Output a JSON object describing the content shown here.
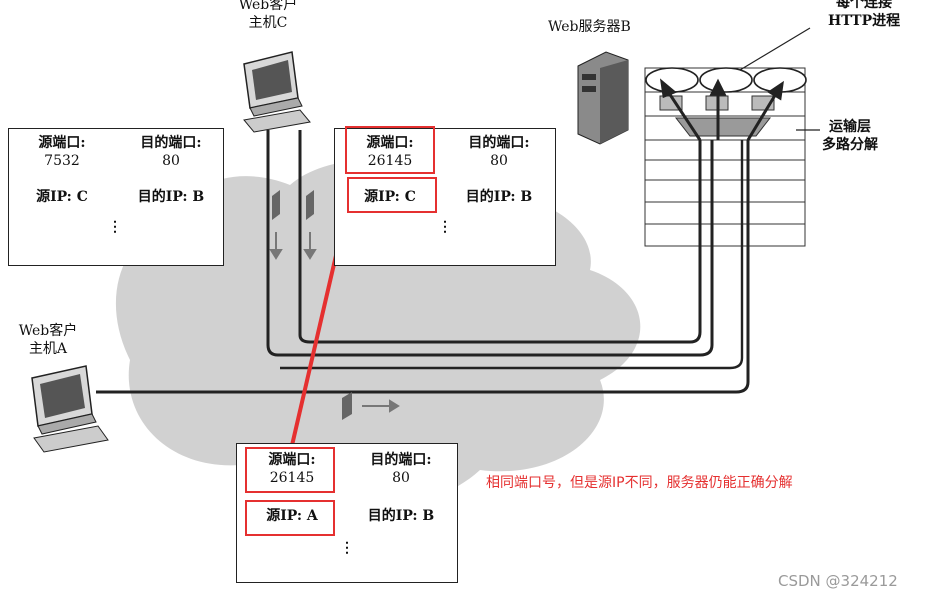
{
  "clients": {
    "c": {
      "line1": "Web客户",
      "line2": "主机C"
    },
    "a": {
      "line1": "Web客户",
      "line2": "主机A"
    }
  },
  "server": {
    "label": "Web服务器B"
  },
  "annotations": {
    "per_conn_line1": "每个连接",
    "per_conn_line2": "HTTP进程",
    "demux_line1": "运输层",
    "demux_line2": "多路分解"
  },
  "segments": {
    "c_left": {
      "src_port_label": "源端口:",
      "src_port": "7532",
      "dst_port_label": "目的端口:",
      "dst_port": "80",
      "src_ip": "源IP: C",
      "dst_ip": "目的IP: B",
      "dots": "⋮"
    },
    "c_right": {
      "src_port_label": "源端口:",
      "src_port": "26145",
      "dst_port_label": "目的端口:",
      "dst_port": "80",
      "src_ip": "源IP: C",
      "dst_ip": "目的IP: B",
      "dots": "⋮"
    },
    "a": {
      "src_port_label": "源端口:",
      "src_port": "26145",
      "dst_port_label": "目的端口:",
      "dst_port": "80",
      "src_ip": "源IP: A",
      "dst_ip": "目的IP: B",
      "dots": "⋮"
    }
  },
  "note": "相同端口号，但是源IP不同，服务器仍能正确分解",
  "watermark": "CSDN @324212",
  "colors": {
    "highlight": "#e53030",
    "cloud": "#c9c9c9",
    "line": "#222222"
  }
}
